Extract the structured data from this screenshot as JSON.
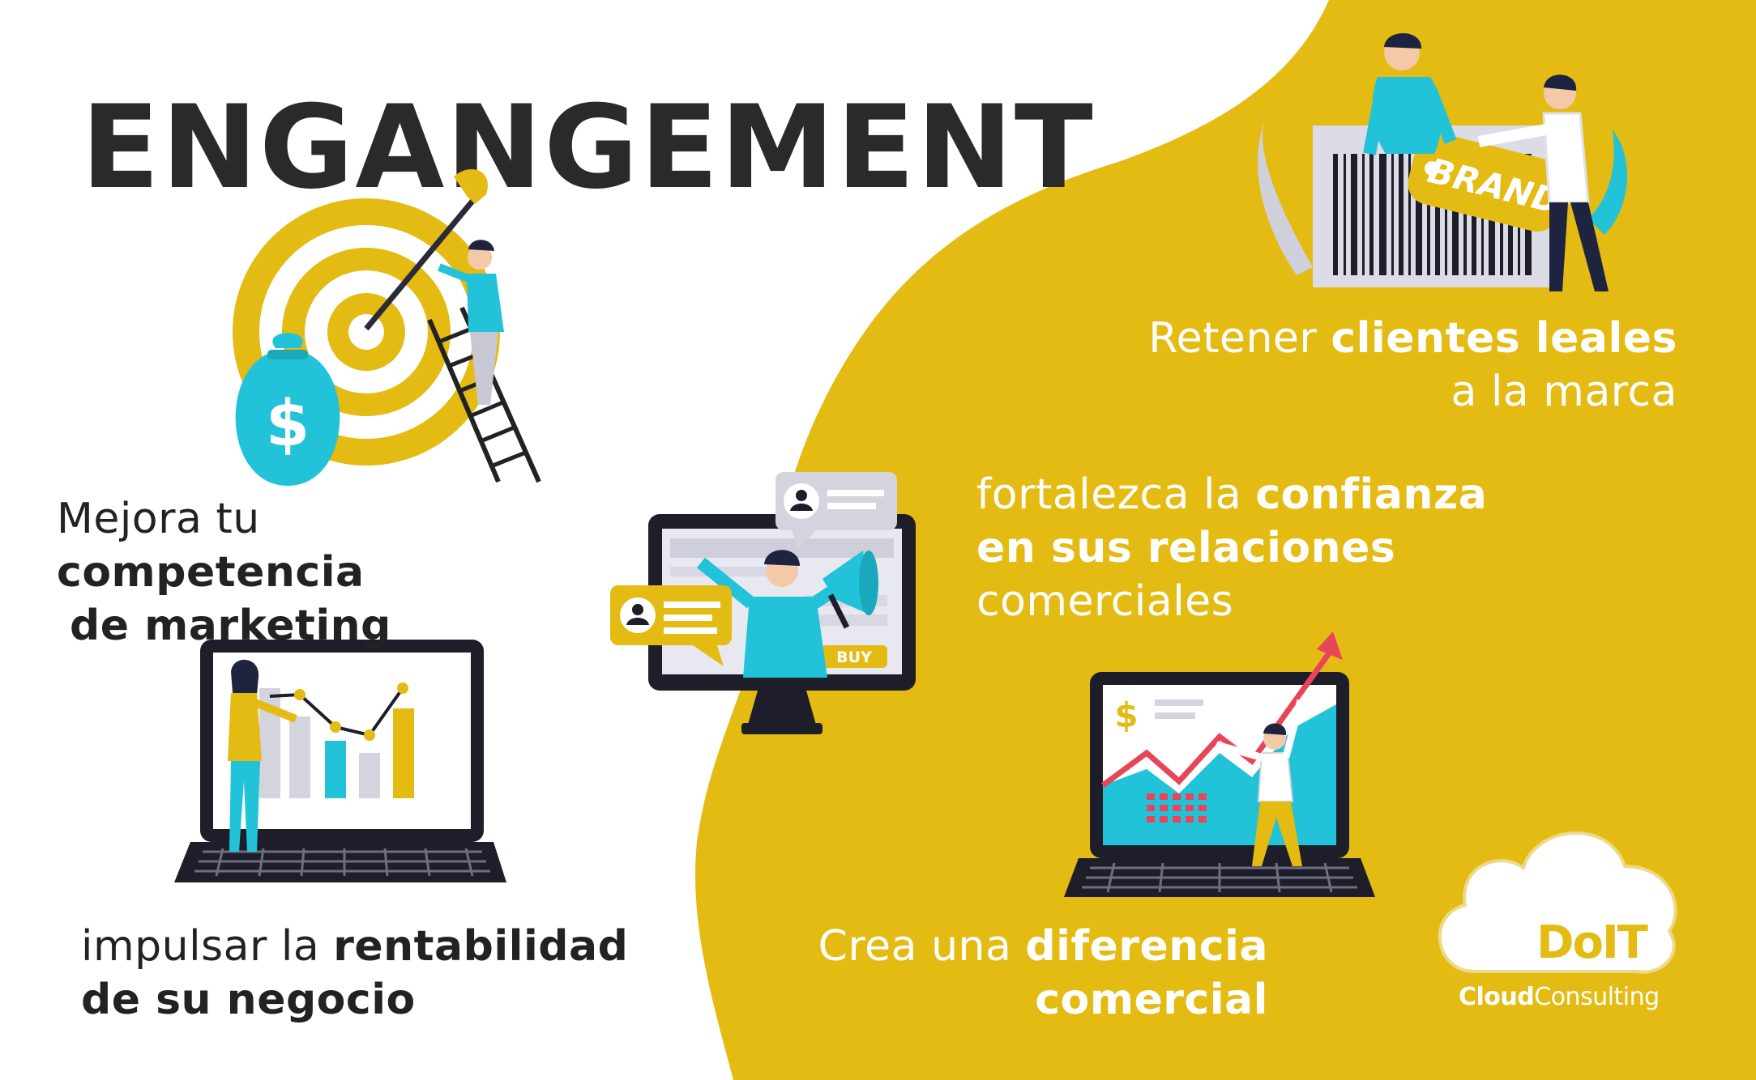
{
  "title": "ENGANGEMENT",
  "colors": {
    "accent": "#e4bb12",
    "teal": "#22c3d8",
    "dark": "#222222",
    "grey": "#c8c8d4"
  },
  "blocks": {
    "retener": {
      "line1_light": "Retener ",
      "line1_bold": "clientes leales",
      "line2_light": "a la marca"
    },
    "mejora": {
      "line1_light": "Mejora tu ",
      "line1_bold": "competencia",
      "line2_bold": "de marketing"
    },
    "fortalezca": {
      "line1_light": "fortalezca la ",
      "line1_bold": "confianza",
      "line2_bold": "en sus relaciones",
      "line3_light": "comerciales"
    },
    "impulsar": {
      "line1_light": "impulsar la ",
      "line1_bold": "rentabilidad",
      "line2_bold": "de su negocio"
    },
    "crea": {
      "line1_light": "Crea una ",
      "line1_bold": "diferencia",
      "line2_bold": "comercial"
    }
  },
  "illustrations": {
    "brand_tag": "BRAND",
    "buy_button": "BUY",
    "money_symbol": "$",
    "chart_symbol": "$"
  },
  "logo": {
    "main": "DoIT",
    "sub_bold": "Cloud",
    "sub_light": "Consulting"
  }
}
